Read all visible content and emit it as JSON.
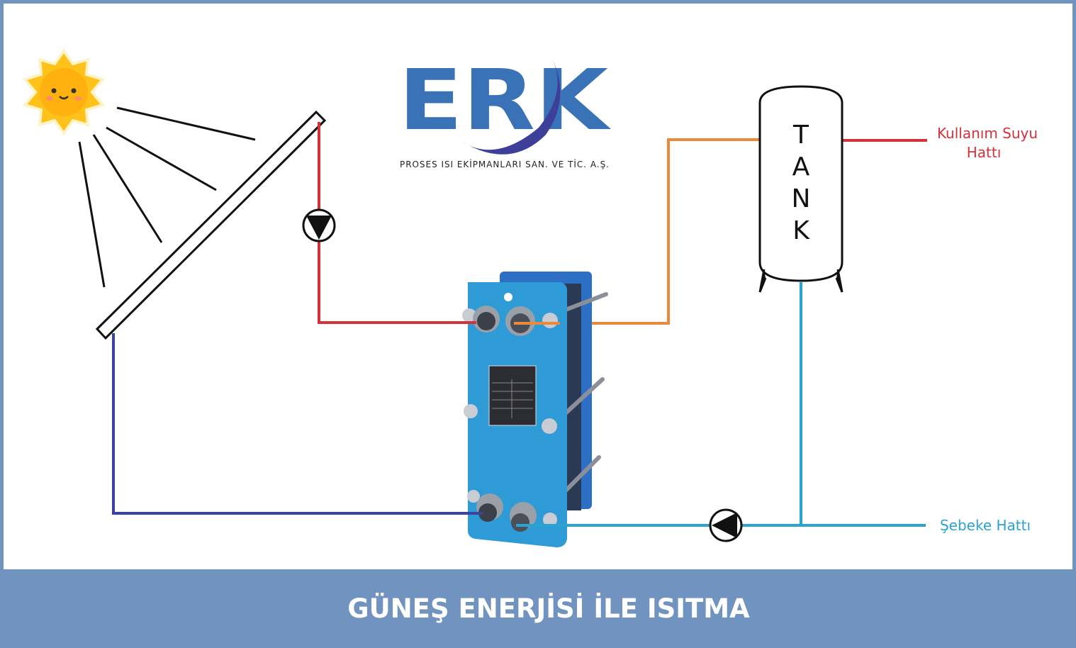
{
  "logo": {
    "text": "ERK",
    "subtitle": "PROSES ISI EKİPMANLARI SAN. VE TİC. A.Ş."
  },
  "tank": {
    "letters": [
      "T",
      "A",
      "N",
      "K"
    ]
  },
  "labels": {
    "usage_line_1": "Kullanım Suyu",
    "usage_line_2": "Hattı",
    "mains": "Şebeke Hattı"
  },
  "banner": {
    "title": "GÜNEŞ ENERJİSİ İLE ISITMA"
  },
  "colors": {
    "hot": "#d3323a",
    "cold_collector": "#3a44a0",
    "orange": "#e8893c",
    "mains": "#2aa3cf",
    "hx_blue": "#2f9bd6",
    "banner": "#7093c0"
  },
  "icons": [
    "sun-icon",
    "pump-icon",
    "solar-collector-icon",
    "heat-exchanger-icon",
    "tank-icon"
  ]
}
